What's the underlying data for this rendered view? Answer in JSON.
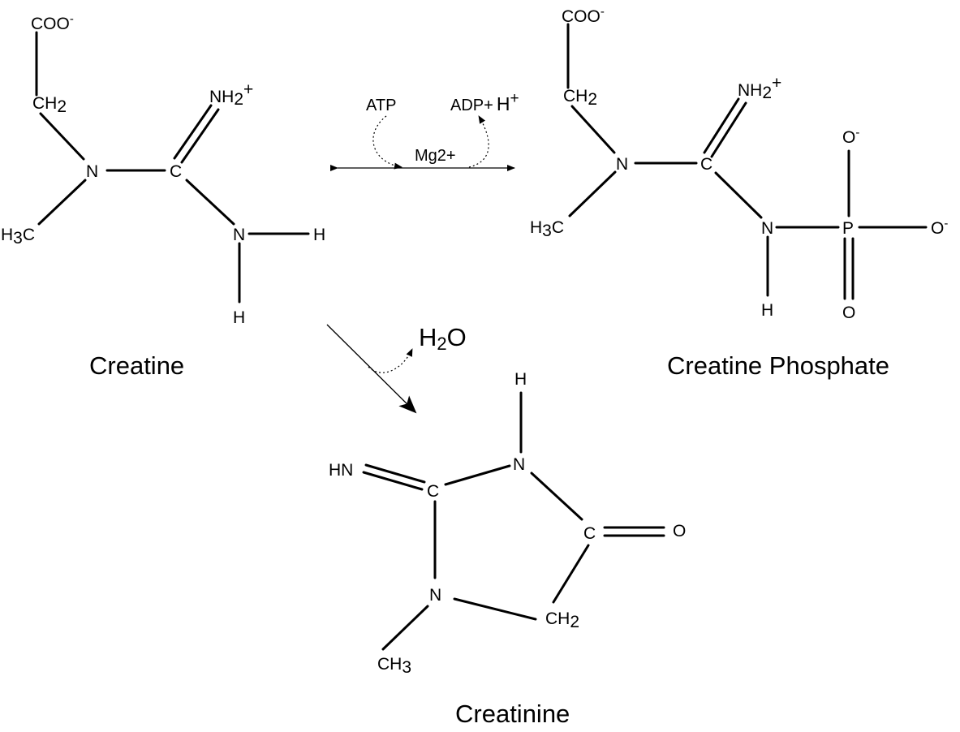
{
  "creatine": {
    "name": "Creatine",
    "coo": "COO",
    "coo_charge": "-",
    "ch2_main": "CH",
    "ch2_sub": "2",
    "n": "N",
    "c": "C",
    "nh2_main": "NH",
    "nh2_sub": "2",
    "nh2_charge": "+",
    "n2": "N",
    "h1": "H",
    "h2": "H",
    "h3c_main": "H",
    "h3c_sub": "3",
    "h3c_end": "C"
  },
  "reaction": {
    "atp": "ATP",
    "adp_main": "ADP+",
    "adp_h": "H",
    "adp_charge": "+",
    "mg": "Mg2+",
    "water_h": "H",
    "water_sub": "2",
    "water_o": "O"
  },
  "creatine_phosphate": {
    "name": "Creatine Phosphate",
    "coo": "COO",
    "coo_charge": "-",
    "ch2_main": "CH",
    "ch2_sub": "2",
    "n": "N",
    "c": "C",
    "nh2_main": "NH",
    "nh2_sub": "2",
    "nh2_charge": "+",
    "n2": "N",
    "h": "H",
    "h3c_main": "H",
    "h3c_sub": "3",
    "h3c_end": "C",
    "p": "P",
    "o_top": "O",
    "o_top_charge": "-",
    "o_right": "O",
    "o_right_charge": "-",
    "o_bottom": "O"
  },
  "creatinine": {
    "name": "Creatinine",
    "h": "H",
    "n_top": "N",
    "hn": "HN",
    "c_left": "C",
    "c_right": "C",
    "o": "O",
    "n_bottom": "N",
    "ch2_main": "CH",
    "ch2_sub": "2",
    "ch3_main": "CH",
    "ch3_sub": "3"
  }
}
